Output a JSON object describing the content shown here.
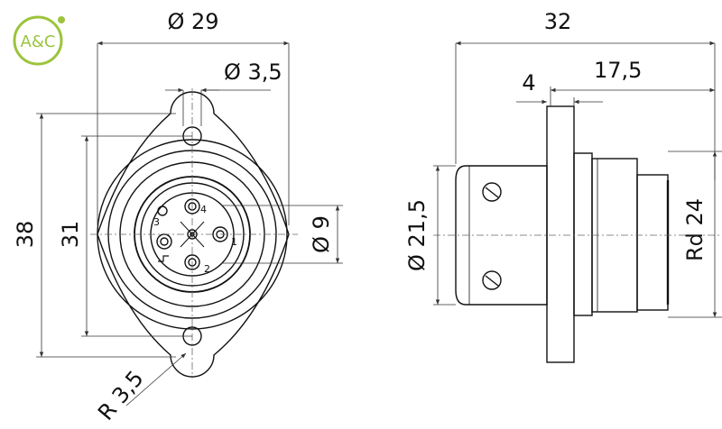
{
  "logo": {
    "text": "A&C",
    "color": "#9cc43c"
  },
  "front_view": {
    "dim_overall_diameter": "Ø 29",
    "dim_hole_diameter": "Ø 3,5",
    "dim_height_total": "38",
    "dim_hole_spacing": "31",
    "dim_inner_diameter": "Ø 9",
    "dim_flange_radius": "R 3,5",
    "pin_labels": [
      "1",
      "2",
      "3",
      "4"
    ]
  },
  "side_view": {
    "dim_length": "32",
    "dim_flange_thickness": "4",
    "dim_rear_length": "17,5",
    "dim_body_diameter": "Ø 21,5",
    "dim_thread": "Rd 24"
  },
  "colors": {
    "line": "#111111",
    "dimension": "#333333",
    "background": "#ffffff"
  }
}
